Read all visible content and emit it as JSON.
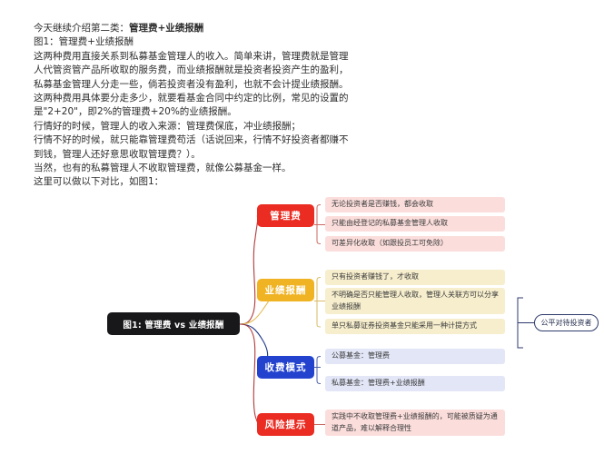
{
  "article": {
    "lines": [
      {
        "lead": "今天继续介绍第二类：",
        "bold": "管理费+业绩报酬"
      },
      {
        "lead": "图1：管理费+业绩报酬",
        "bold": ""
      },
      {
        "lead": "这两种费用直接关系到私募基金管理人的收入。简单来讲，管理费就是管理",
        "bold": ""
      },
      {
        "lead": "人代管资管产品所收取的服务费，而业绩报酬就是投资者投资产生的盈利，",
        "bold": ""
      },
      {
        "lead": "私募基金管理人分走一些，倘若投资者没有盈利，也就不会计提业绩报酬。",
        "bold": ""
      },
      {
        "lead": "这两种费用具体要分走多少，就要看基金合同中约定的比例，常见的设置的",
        "bold": ""
      },
      {
        "lead": "是\"2+20\"，即2%的管理费+20%的业绩报酬。",
        "bold": ""
      },
      {
        "lead": "行情好的时候，管理人的收入来源：管理费保底，冲业绩报酬；",
        "bold": ""
      },
      {
        "lead": "行情不好的时候，就只能靠管理费苟活（话说回来，行情不好投资者都赚不",
        "bold": ""
      },
      {
        "lead": "到钱，管理人还好意思收取管理费？）。",
        "bold": ""
      },
      {
        "lead": "当然，也有的私募管理人不收取管理费，就像公募基金一样。",
        "bold": ""
      },
      {
        "lead": "这里可以做以下对比，如图1：",
        "bold": ""
      }
    ]
  },
  "mindmap": {
    "root": {
      "label": "图1: 管理费 vs 业绩报酬",
      "color": "#18181b"
    },
    "branches": [
      {
        "label": "管理费",
        "color": "#ea2c22",
        "wire_color": "#b03a3a",
        "leaf_style": "red",
        "leaves": [
          "无论投资者是否赚钱，都会收取",
          "只能由经登记的私募基金管理人收取",
          "可差异化收取（如跟投员工可免除）"
        ]
      },
      {
        "label": "业绩报酬",
        "color": "#f0b323",
        "wire_color": "#e2bb52",
        "leaf_style": "yell",
        "leaves": [
          "只有投资者赚钱了，才收取",
          "不明确是否只能管理人收取，管理人关联方可以分享业绩报酬",
          "单只私募证券投资基金只能采用一种计提方式"
        ]
      },
      {
        "label": "收费模式",
        "color": "#2343cf",
        "wire_color": "#1e3a8a",
        "leaf_style": "blue",
        "leaves": [
          "公募基金：管理费",
          "私募基金：管理费+业绩报酬"
        ]
      },
      {
        "label": "风险提示",
        "color": "#ea2c22",
        "wire_color": "#b03a3a",
        "leaf_style": "red",
        "leaves": [
          "实践中不收取管理费+业绩报酬的，可能被质疑为通道产品，难以解释合理性"
        ]
      }
    ],
    "annotation": {
      "label": "公平对待投资者",
      "border_color": "#2d3a6b"
    }
  }
}
